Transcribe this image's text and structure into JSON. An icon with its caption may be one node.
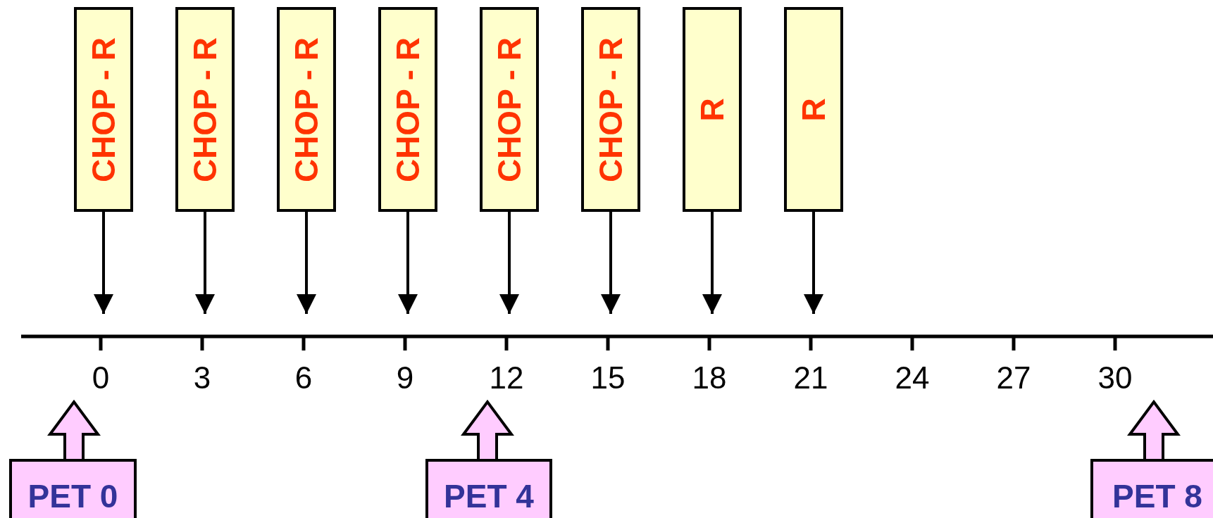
{
  "diagram": {
    "nodes": [
      {
        "text": [
          "CHOP - R"
        ]
      },
      {
        "text": [
          "CHOP - R"
        ]
      },
      {
        "text": [
          "CHOP - R"
        ]
      },
      {
        "text": [
          "CHOP - R"
        ]
      },
      {
        "text": [
          "CHOP - R"
        ]
      },
      {
        "text": [
          "CHOP - R"
        ]
      },
      {
        "text": [
          "R"
        ]
      },
      {
        "text": [
          "R"
        ]
      },
      {
        "text": [
          "PET 0"
        ]
      },
      {
        "text": [
          "PET 4"
        ]
      },
      {
        "text": [
          "PET 8"
        ]
      }
    ],
    "edges": [
      {
        "from": 0,
        "to": null,
        "arrow": "to"
      },
      {
        "from": 1,
        "to": null,
        "arrow": "to"
      },
      {
        "from": 2,
        "to": null,
        "arrow": "to"
      },
      {
        "from": 3,
        "to": null,
        "arrow": "to"
      },
      {
        "from": 4,
        "to": null,
        "arrow": "to"
      },
      {
        "from": 5,
        "to": null,
        "arrow": "to"
      },
      {
        "from": 6,
        "to": null,
        "arrow": "to"
      },
      {
        "from": 7,
        "to": null,
        "arrow": "to"
      },
      {
        "from": 8,
        "to": null,
        "arrow": "to",
        "style": "thick"
      },
      {
        "from": 9,
        "to": null,
        "arrow": "to",
        "style": "thick"
      },
      {
        "from": 10,
        "to": null,
        "arrow": "to",
        "style": "thick"
      }
    ],
    "labels": [
      "0",
      "3",
      "6",
      "9",
      "12",
      "15",
      "18",
      "21",
      "24",
      "27",
      "30"
    ]
  }
}
